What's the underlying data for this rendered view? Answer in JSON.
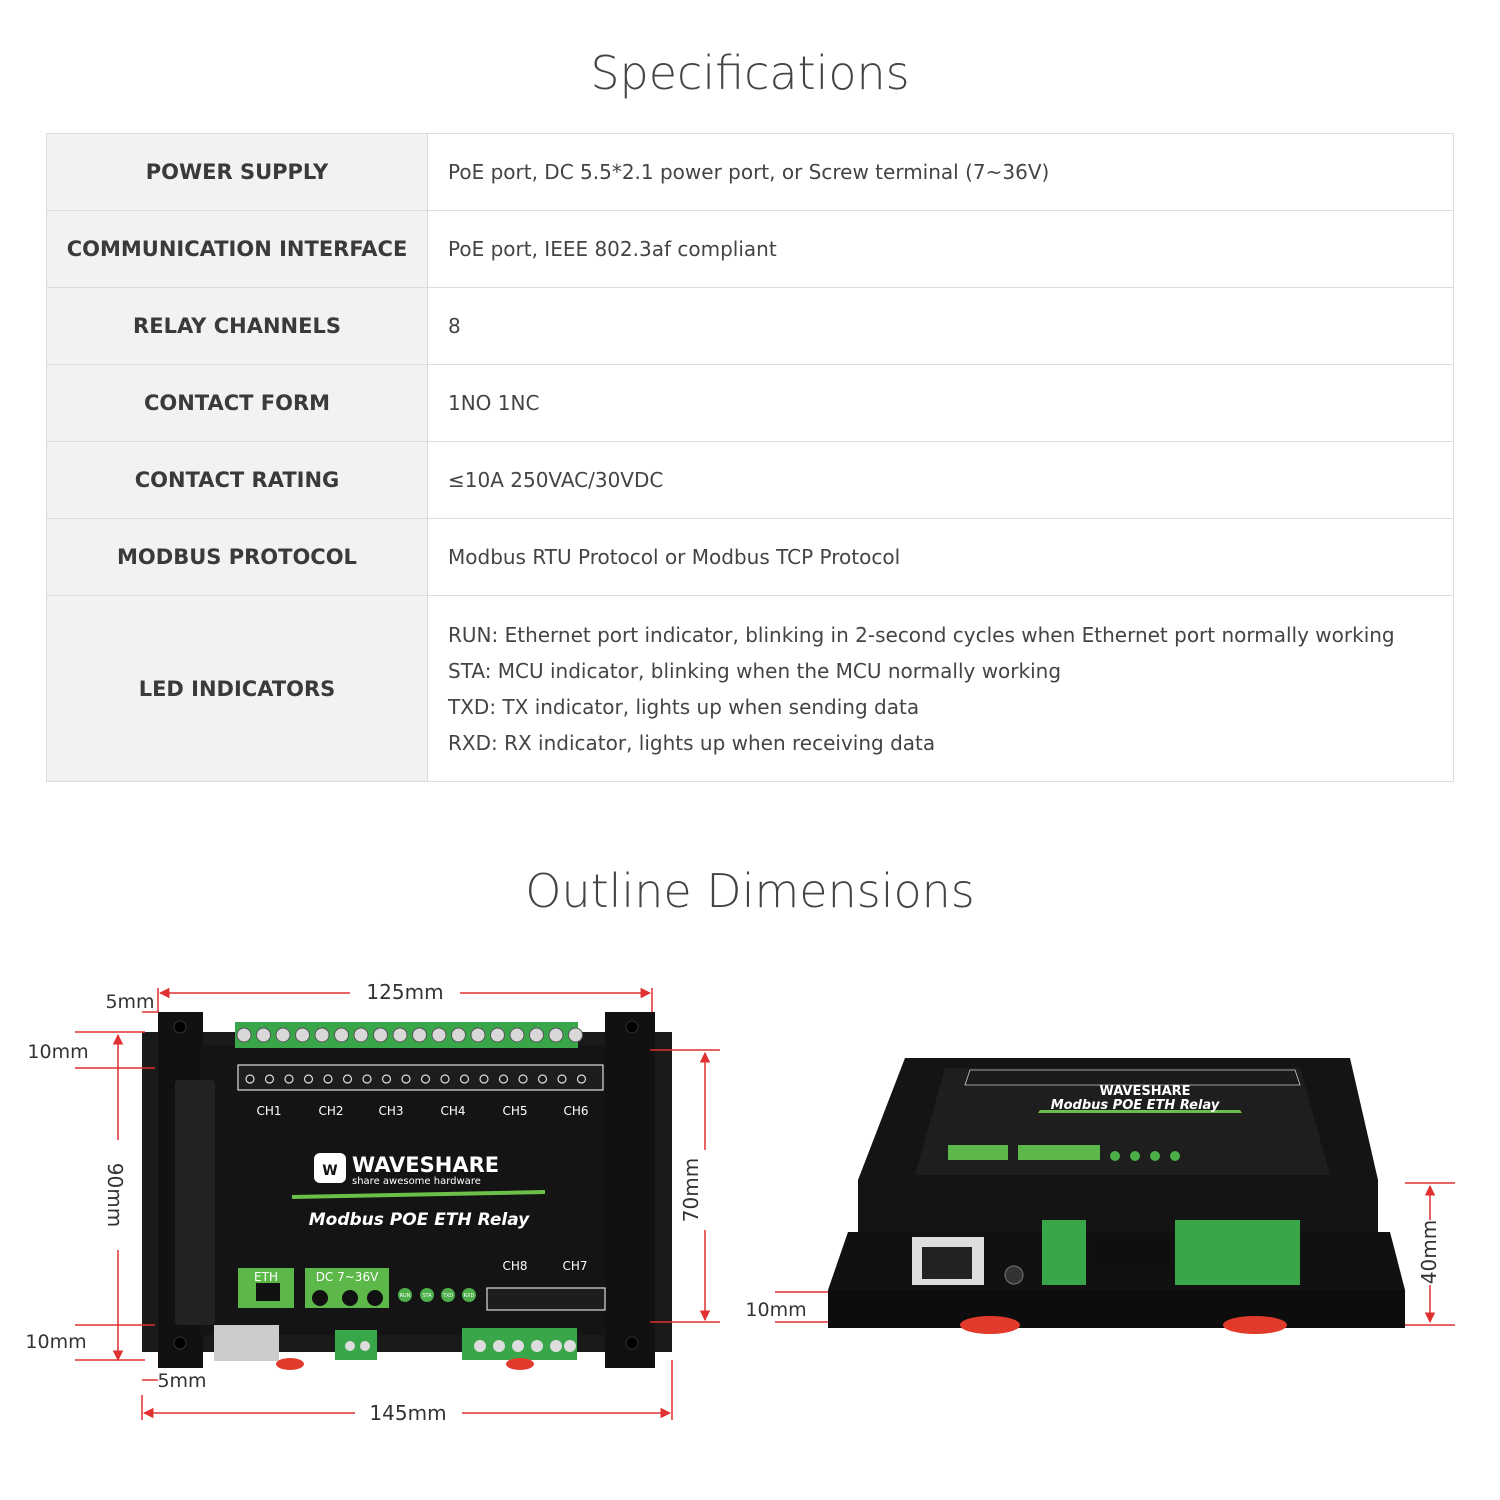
{
  "specs_title": "Specifications",
  "dims_title": "Outline Dimensions",
  "specs": [
    {
      "label": "POWER SUPPLY",
      "value": "PoE port, DC 5.5*2.1 power port, or Screw terminal (7~36V)"
    },
    {
      "label": "COMMUNICATION INTERFACE",
      "value": "PoE port, IEEE 802.3af compliant"
    },
    {
      "label": "RELAY CHANNELS",
      "value": "8"
    },
    {
      "label": "CONTACT FORM",
      "value": "1NO 1NC"
    },
    {
      "label": "CONTACT RATING",
      "value": "≤10A 250VAC/30VDC"
    },
    {
      "label": "MODBUS PROTOCOL",
      "value": "Modbus RTU Protocol or Modbus TCP Protocol"
    }
  ],
  "led": {
    "label": "LED INDICATORS",
    "lines": [
      "RUN: Ethernet port indicator, blinking in 2-second cycles when Ethernet port normally working",
      "STA: MCU indicator, blinking when the MCU normally working",
      "TXD: TX indicator, lights up when sending data",
      "RXD: RX indicator, lights up when receiving data"
    ]
  },
  "dimensions": {
    "top_width": "125mm",
    "bottom_width": "145mm",
    "margin_top": "5mm",
    "margin_bottom": "5mm",
    "rail_top": "10mm",
    "rail_bottom": "10mm",
    "height_outer": "90mm",
    "height_inner": "70mm",
    "side_rail": "10mm",
    "side_height": "40mm"
  },
  "device": {
    "brand": "WAVESHARE",
    "tagline": "share awesome hardware",
    "model": "Modbus POE ETH Relay",
    "eth_label": "ETH",
    "dc_label": "DC 7~36V",
    "channels_top": [
      "CH1",
      "CH2",
      "CH3",
      "CH4",
      "CH5",
      "CH6"
    ],
    "channels_bottom": [
      "CH8",
      "CH7"
    ],
    "leds": [
      "RUN",
      "STA",
      "TXD",
      "RXD"
    ]
  }
}
